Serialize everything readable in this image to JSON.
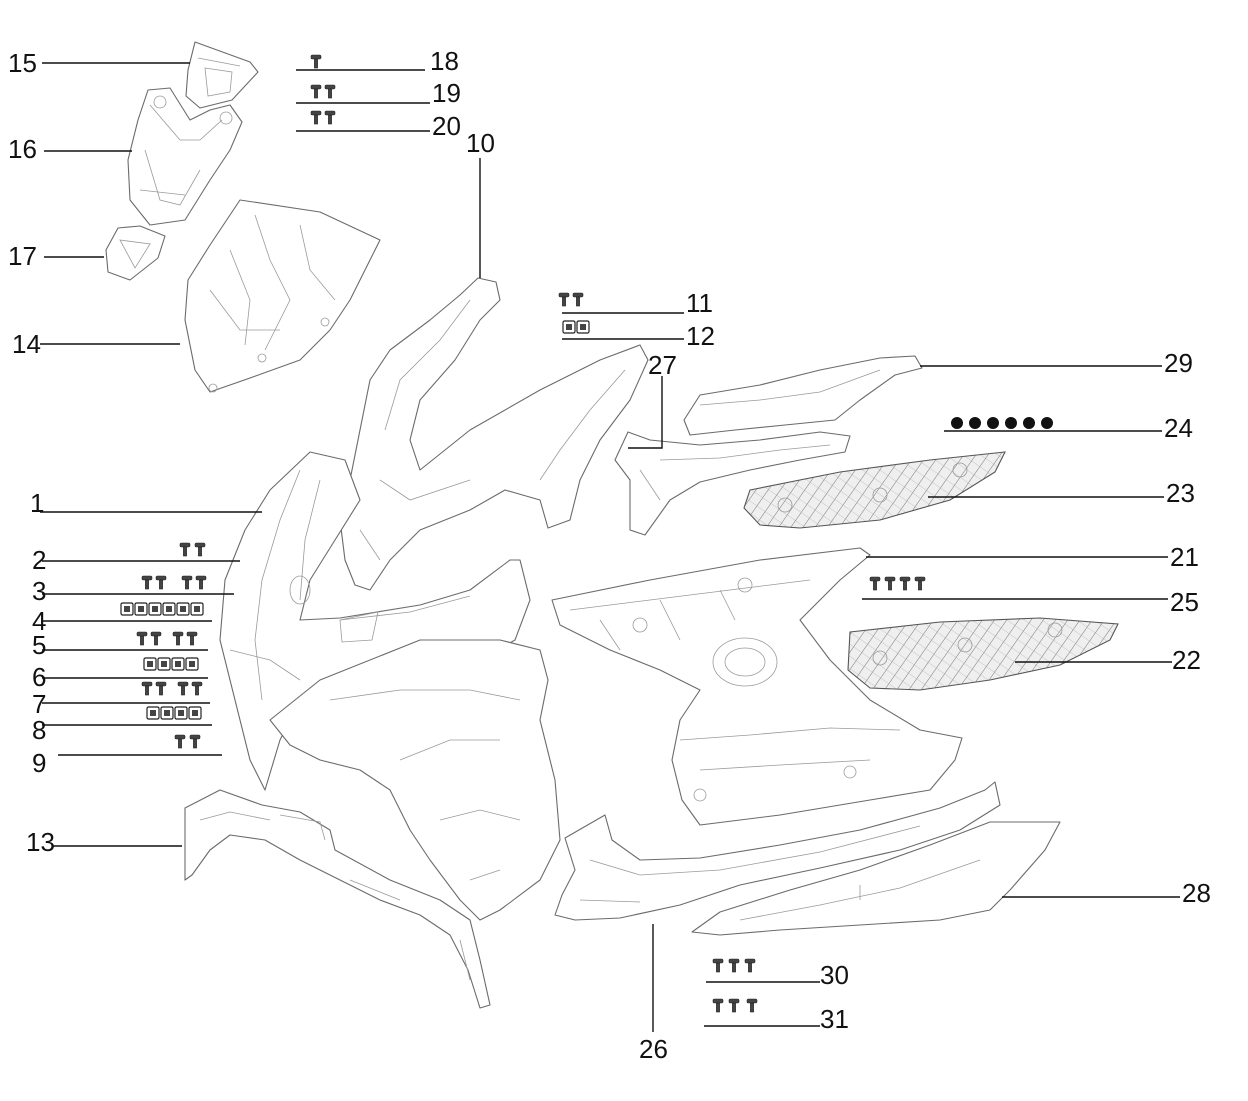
{
  "callouts": [
    {
      "id": "1",
      "label": "1"
    },
    {
      "id": "2",
      "label": "2"
    },
    {
      "id": "3",
      "label": "3"
    },
    {
      "id": "4",
      "label": "4"
    },
    {
      "id": "5",
      "label": "5"
    },
    {
      "id": "6",
      "label": "6"
    },
    {
      "id": "7",
      "label": "7"
    },
    {
      "id": "8",
      "label": "8"
    },
    {
      "id": "9",
      "label": "9"
    },
    {
      "id": "10",
      "label": "10"
    },
    {
      "id": "11",
      "label": "11"
    },
    {
      "id": "12",
      "label": "12"
    },
    {
      "id": "13",
      "label": "13"
    },
    {
      "id": "14",
      "label": "14"
    },
    {
      "id": "15",
      "label": "15"
    },
    {
      "id": "16",
      "label": "16"
    },
    {
      "id": "17",
      "label": "17"
    },
    {
      "id": "18",
      "label": "18"
    },
    {
      "id": "19",
      "label": "19"
    },
    {
      "id": "20",
      "label": "20"
    },
    {
      "id": "21",
      "label": "21"
    },
    {
      "id": "22",
      "label": "22"
    },
    {
      "id": "23",
      "label": "23"
    },
    {
      "id": "24",
      "label": "24"
    },
    {
      "id": "25",
      "label": "25"
    },
    {
      "id": "26",
      "label": "26"
    },
    {
      "id": "27",
      "label": "27"
    },
    {
      "id": "28",
      "label": "28"
    },
    {
      "id": "29",
      "label": "29"
    },
    {
      "id": "30",
      "label": "30"
    },
    {
      "id": "31",
      "label": "31"
    }
  ],
  "colors": {
    "ink": "#111111",
    "part_outline": "#6b6b6b",
    "background": "#ffffff"
  }
}
